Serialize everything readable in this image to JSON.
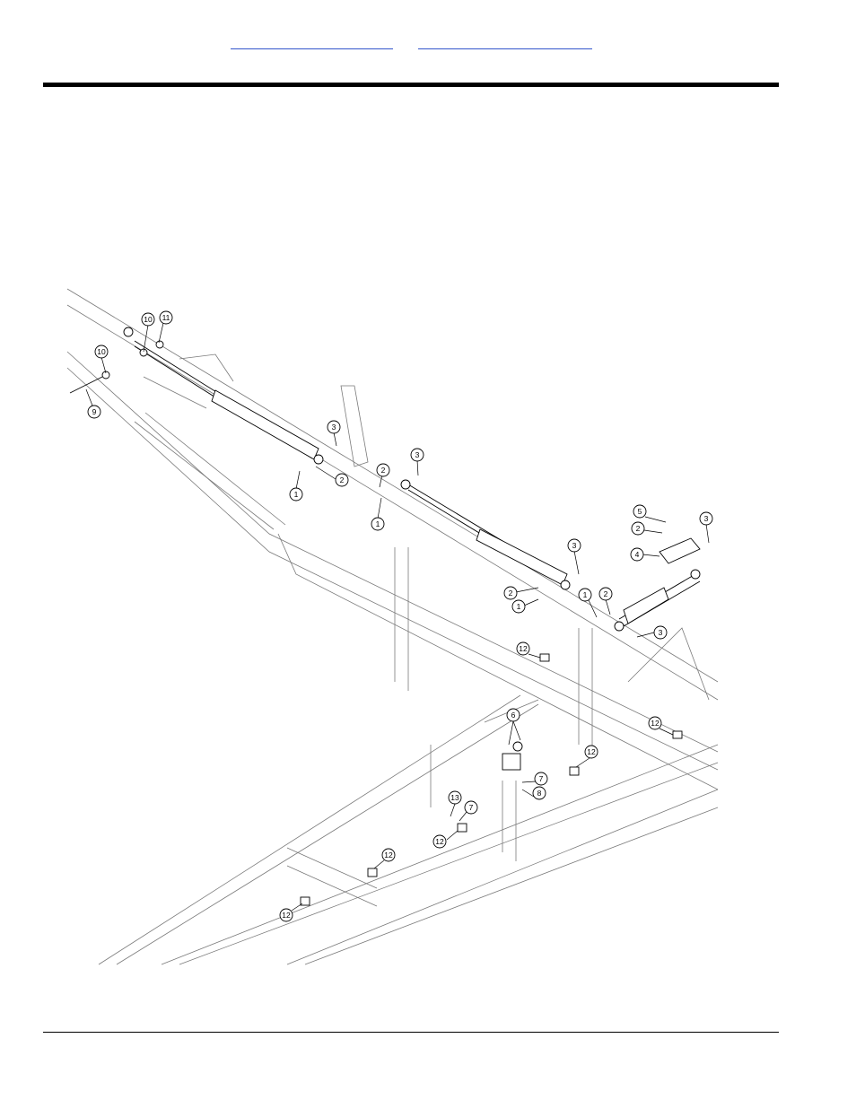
{
  "header": {
    "links": [
      {
        "text": ""
      },
      {
        "text": ""
      }
    ]
  },
  "diagram": {
    "callouts": [
      {
        "id": "c11",
        "label": "11"
      },
      {
        "id": "c10a",
        "label": "10"
      },
      {
        "id": "c10b",
        "label": "10"
      },
      {
        "id": "c9",
        "label": "9"
      },
      {
        "id": "c3a",
        "label": "3"
      },
      {
        "id": "c2a",
        "label": "2"
      },
      {
        "id": "c1a",
        "label": "1"
      },
      {
        "id": "c3b",
        "label": "3"
      },
      {
        "id": "c2b",
        "label": "2"
      },
      {
        "id": "c1b",
        "label": "1"
      },
      {
        "id": "c3c",
        "label": "3"
      },
      {
        "id": "c2c",
        "label": "2"
      },
      {
        "id": "c1c",
        "label": "1"
      },
      {
        "id": "c5",
        "label": "5"
      },
      {
        "id": "c2d",
        "label": "2"
      },
      {
        "id": "c3d",
        "label": "3"
      },
      {
        "id": "c4",
        "label": "4"
      },
      {
        "id": "c1d",
        "label": "1"
      },
      {
        "id": "c2e",
        "label": "2"
      },
      {
        "id": "c3e",
        "label": "3"
      },
      {
        "id": "c12a",
        "label": "12"
      },
      {
        "id": "c6",
        "label": "6"
      },
      {
        "id": "c12b",
        "label": "12"
      },
      {
        "id": "c12c",
        "label": "12"
      },
      {
        "id": "c7a",
        "label": "7"
      },
      {
        "id": "c8",
        "label": "8"
      },
      {
        "id": "c13",
        "label": "13"
      },
      {
        "id": "c7b",
        "label": "7"
      },
      {
        "id": "c12d",
        "label": "12"
      },
      {
        "id": "c12e",
        "label": "12"
      },
      {
        "id": "c12f",
        "label": "12"
      }
    ]
  }
}
